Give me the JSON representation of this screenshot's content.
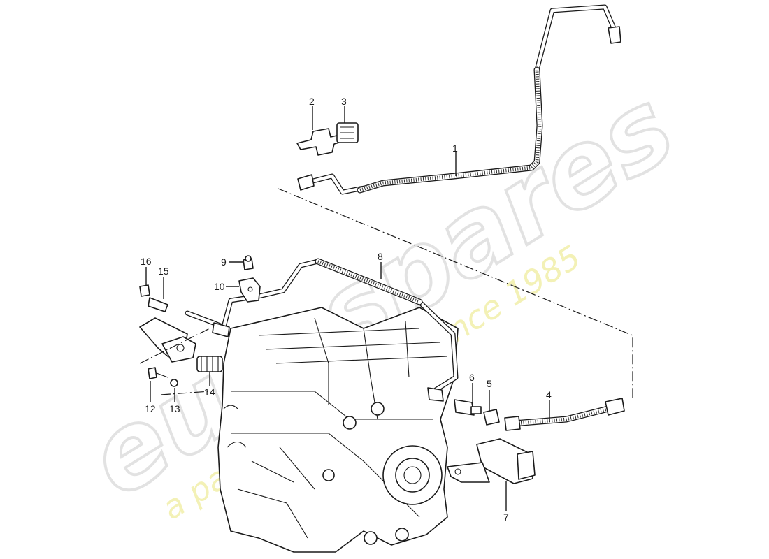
{
  "watermark": {
    "brand": "eurospares",
    "tagline": "a passion for parts since 1985"
  },
  "callouts": [
    "1",
    "2",
    "3",
    "4",
    "5",
    "6",
    "7",
    "8",
    "9",
    "10",
    "12",
    "13",
    "14",
    "15",
    "16"
  ]
}
